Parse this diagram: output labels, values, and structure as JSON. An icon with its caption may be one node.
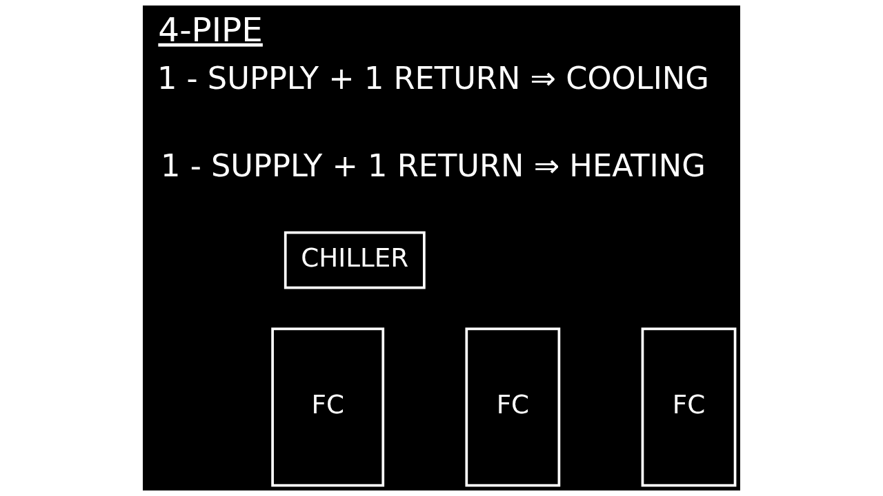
{
  "diagram": {
    "title": "4-PIPE",
    "nodes": [
      {
        "text": [
          "CHILLER"
        ]
      },
      {
        "text": [
          "FC"
        ]
      },
      {
        "text": [
          "FC"
        ]
      },
      {
        "text": [
          "FC"
        ]
      }
    ],
    "labels": [
      "1 - SUPPLY + 1 RETURN ⇒ COOLING",
      "1 - SUPPLY + 1 RETURN ⇒ HEATING"
    ]
  }
}
